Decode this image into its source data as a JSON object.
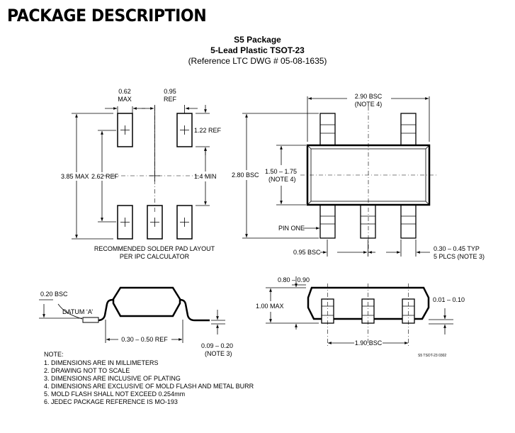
{
  "page": {
    "title": "PACKAGE DESCRIPTION",
    "package_name": "S5 Package",
    "package_desc": "5-Lead Plastic TSOT-23",
    "reference": "(Reference LTC DWG # 05-08-1635)"
  },
  "pad_layout": {
    "dim_062": "0.62",
    "dim_062_sub": "MAX",
    "dim_095": "0.95",
    "dim_095_sub": "REF",
    "dim_122": "1.22 REF",
    "dim_385": "3.85 MAX",
    "dim_262": "2.62 REF",
    "dim_14": "1.4 MIN",
    "caption_line1": "RECOMMENDED SOLDER PAD LAYOUT",
    "caption_line2": "PER IPC CALCULATOR"
  },
  "top_view": {
    "dim_290": "2.90 BSC",
    "dim_290_note": "(NOTE 4)",
    "dim_280": "2.80 BSC",
    "dim_150": "1.50 – 1.75",
    "dim_150_note": "(NOTE 4)",
    "pin_one": "PIN ONE",
    "dim_095": "0.95 BSC",
    "dim_030": "0.30 – 0.45 TYP",
    "dim_030_note": "5 PLCS (NOTE 3)"
  },
  "side_view": {
    "dim_020": "0.20 BSC",
    "datum": "DATUM ‘A’",
    "dim_030_050": "0.30 – 0.50 REF",
    "dim_009": "0.09 – 0.20",
    "dim_009_note": "(NOTE 3)"
  },
  "end_view": {
    "dim_080": "0.80 – 0.90",
    "dim_100": "1.00 MAX",
    "dim_001": "0.01 – 0.10",
    "dim_190": "1.90 BSC",
    "drawing_id": "S5 TSOT-23 0302"
  },
  "notes": {
    "header": "NOTE:",
    "items": [
      "1. DIMENSIONS ARE IN MILLIMETERS",
      "2. DRAWING NOT TO SCALE",
      "3. DIMENSIONS ARE INCLUSIVE OF PLATING",
      "4. DIMENSIONS ARE EXCLUSIVE OF MOLD FLASH AND METAL BURR",
      "5. MOLD FLASH SHALL NOT EXCEED 0.254mm",
      "6. JEDEC PACKAGE REFERENCE IS MO-193"
    ]
  }
}
